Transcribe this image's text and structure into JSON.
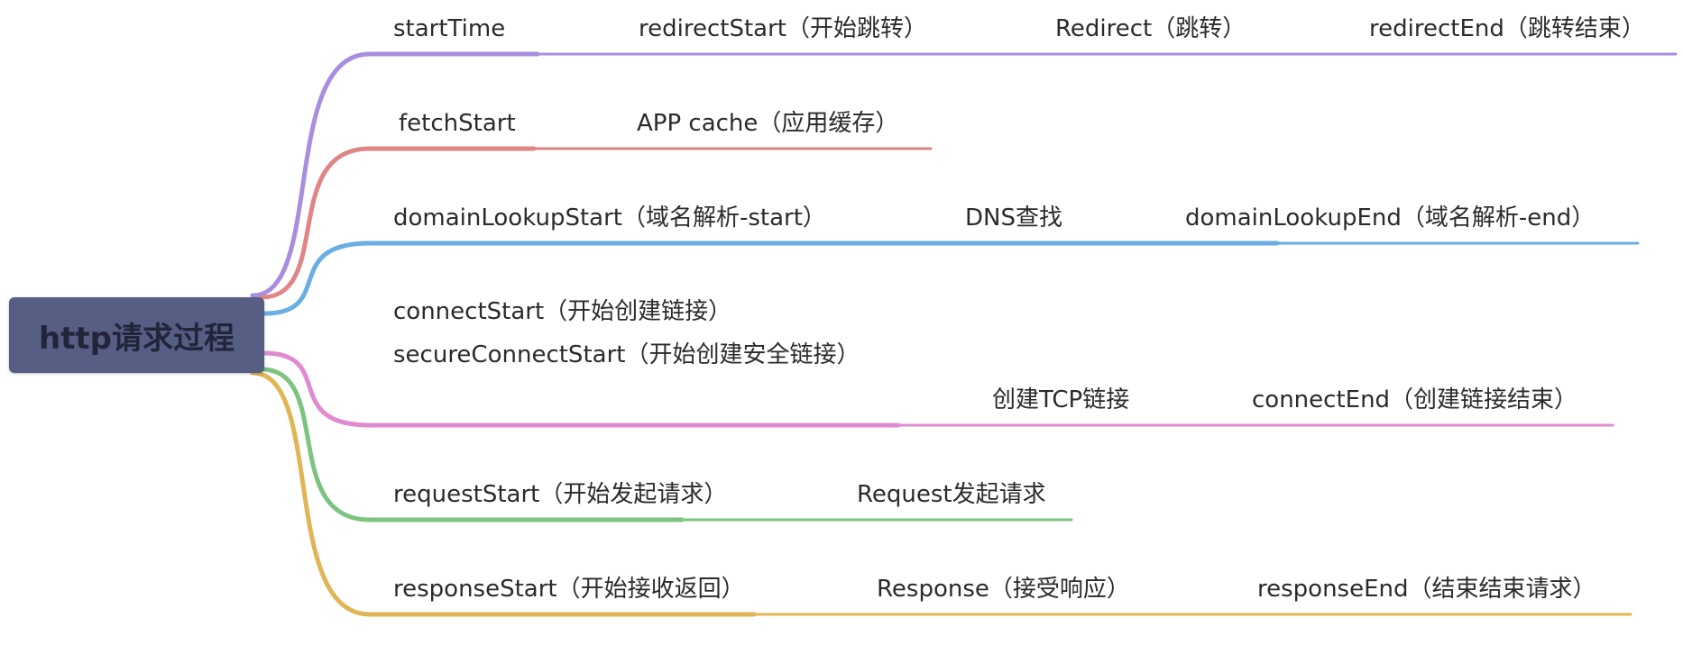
{
  "root": {
    "label": "http请求过程"
  },
  "branches": [
    {
      "color": "#a98ee0",
      "nodes": [
        {
          "label": "startTime"
        },
        {
          "label": "redirectStart（开始跳转）"
        },
        {
          "label": "Redirect（跳转）"
        },
        {
          "label": "redirectEnd（跳转结束）"
        }
      ]
    },
    {
      "color": "#e08585",
      "nodes": [
        {
          "label": "fetchStart"
        },
        {
          "label": "APP cache（应用缓存）"
        }
      ]
    },
    {
      "color": "#6aaee3",
      "nodes": [
        {
          "label": "domainLookupStart（域名解析-start）"
        },
        {
          "label": "DNS查找"
        },
        {
          "label": "domainLookupEnd（域名解析-end）"
        }
      ]
    },
    {
      "color": "#e08ad0",
      "nodes": [
        {
          "label": "connectStart（开始创建链接）"
        },
        {
          "label": "secureConnectStart（开始创建安全链接）"
        },
        {
          "label": "创建TCP链接"
        },
        {
          "label": "connectEnd（创建链接结束）"
        }
      ]
    },
    {
      "color": "#7cc47f",
      "nodes": [
        {
          "label": "requestStart（开始发起请求）"
        },
        {
          "label": "Request发起请求"
        }
      ]
    },
    {
      "color": "#e0b555",
      "nodes": [
        {
          "label": "responseStart（开始接收返回）"
        },
        {
          "label": "Response（接受响应）"
        },
        {
          "label": "responseEnd（结束结束请求）"
        }
      ]
    }
  ]
}
